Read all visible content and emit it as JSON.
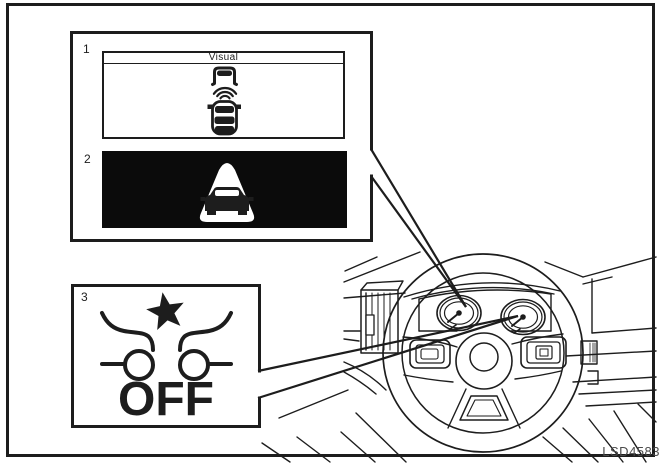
{
  "figure": {
    "code": "LSD4583",
    "colors": {
      "ink": "#1d1d1d",
      "paper": "#ffffff",
      "display_bg": "#0b0b0b",
      "code_text": "#4b4b4b"
    },
    "callout_display": {
      "item_visual": {
        "number": "1",
        "header": "Visual"
      },
      "item_warning": {
        "number": "2"
      }
    },
    "callout_switch": {
      "number": "3",
      "label": "OFF"
    }
  }
}
